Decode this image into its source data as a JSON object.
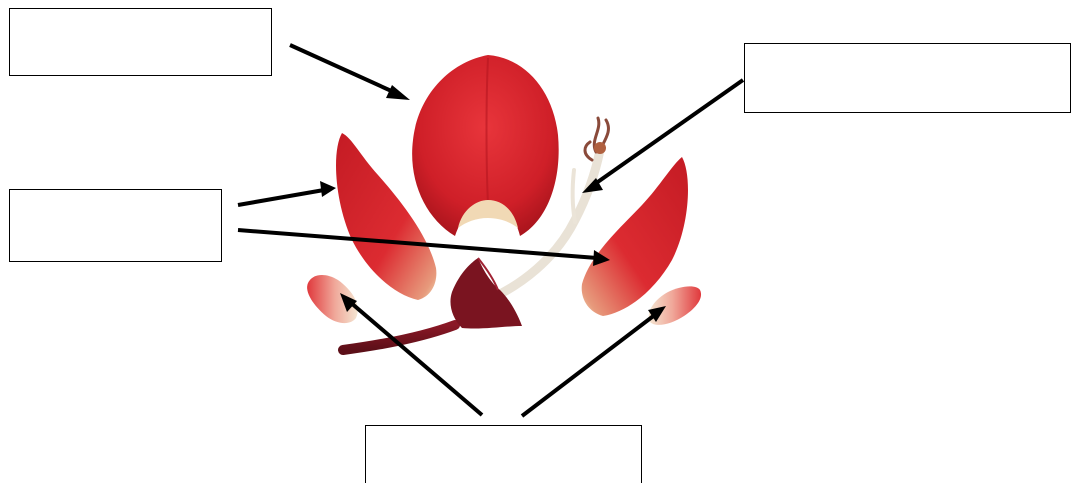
{
  "diagram": {
    "label_boxes": [
      {
        "id": "top-left",
        "text": ""
      },
      {
        "id": "top-right",
        "text": ""
      },
      {
        "id": "middle-left",
        "text": ""
      },
      {
        "id": "bottom",
        "text": ""
      }
    ],
    "colors": {
      "petal_red": "#d8232a",
      "petal_dark": "#a8141c",
      "petal_base": "#f1d9b5",
      "calyx": "#7a1420",
      "stamen": "#e9e2d6",
      "arrow": "#000000"
    }
  }
}
